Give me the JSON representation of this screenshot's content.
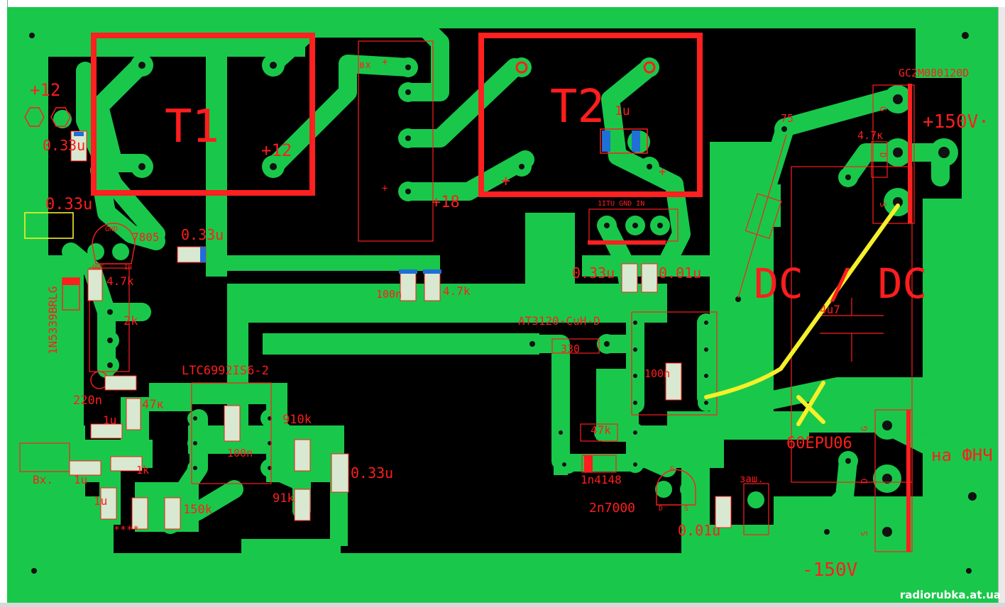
{
  "colors": {
    "copper": "#19c84a",
    "board": "#000000",
    "silk": "#ff1d1d",
    "jumper": "#f5f02a",
    "hole": "#111111",
    "smd_cap": "#1f6fd6",
    "annotation_box": "#ff2020"
  },
  "labels": {
    "t1": "T1",
    "t2": "T2",
    "dcdc": "DC / DC",
    "plus12_left": "+12",
    "plus12_t1": "+12",
    "plus18": "+18",
    "vx_in": "вх",
    "plus150": "+150V·",
    "minus150": "-150V",
    "na_fnch": "на ФНЧ",
    "vx_out": "Вх.",
    "zash": "заш.",
    "mosfet_top": "GC2M080120D",
    "diode_bottom": "60EPU06",
    "zener": "1N5339BRLG",
    "reg": "7805",
    "timer": "LTC6992IS6-2",
    "driver": "AT3120-CuH-D",
    "small_fet": "2n7000",
    "diode_sig": "1n4148",
    "gnd_pin": "GND",
    "out_pin": "OUT",
    "in_pin": "IN",
    "hdr_pins": "1ITU GND IN"
  },
  "values": {
    "c033_a": "0.33u",
    "c033_b": "0.33u",
    "c033_c": "0.33u",
    "c033_d": "0.33u",
    "c033_e": "0.33u",
    "c001_a": "0.01u",
    "c001_b": "0.01u",
    "c1u_t2": "1u",
    "c1u_a": "1u",
    "c1u_b": "1u",
    "c1u_c": "1u",
    "c100n_a": "100n",
    "c100n_b": "100n",
    "c100n_c": "100n",
    "c220n": "220n",
    "c4u7": "4u7",
    "r47k_a": "4.7k",
    "r47k_b": "4.7k",
    "r47k_c": "4.7к",
    "r2k": "2k",
    "r47_k": "47к",
    "r47k_d": "47k",
    "r910k": "910k",
    "r91k": "91k",
    "r150k": "150k",
    "r1k": "1k",
    "r330": "330",
    "r75": "75",
    "stars": "****"
  },
  "pin_marks": {
    "g1": "G",
    "d1": "D",
    "s1": "S",
    "g2": "G",
    "d2": "D",
    "s2": "S",
    "fet_g": "G",
    "fet_d": "D",
    "fet_s": "S"
  },
  "watermark": "radiorubka.at.ua"
}
